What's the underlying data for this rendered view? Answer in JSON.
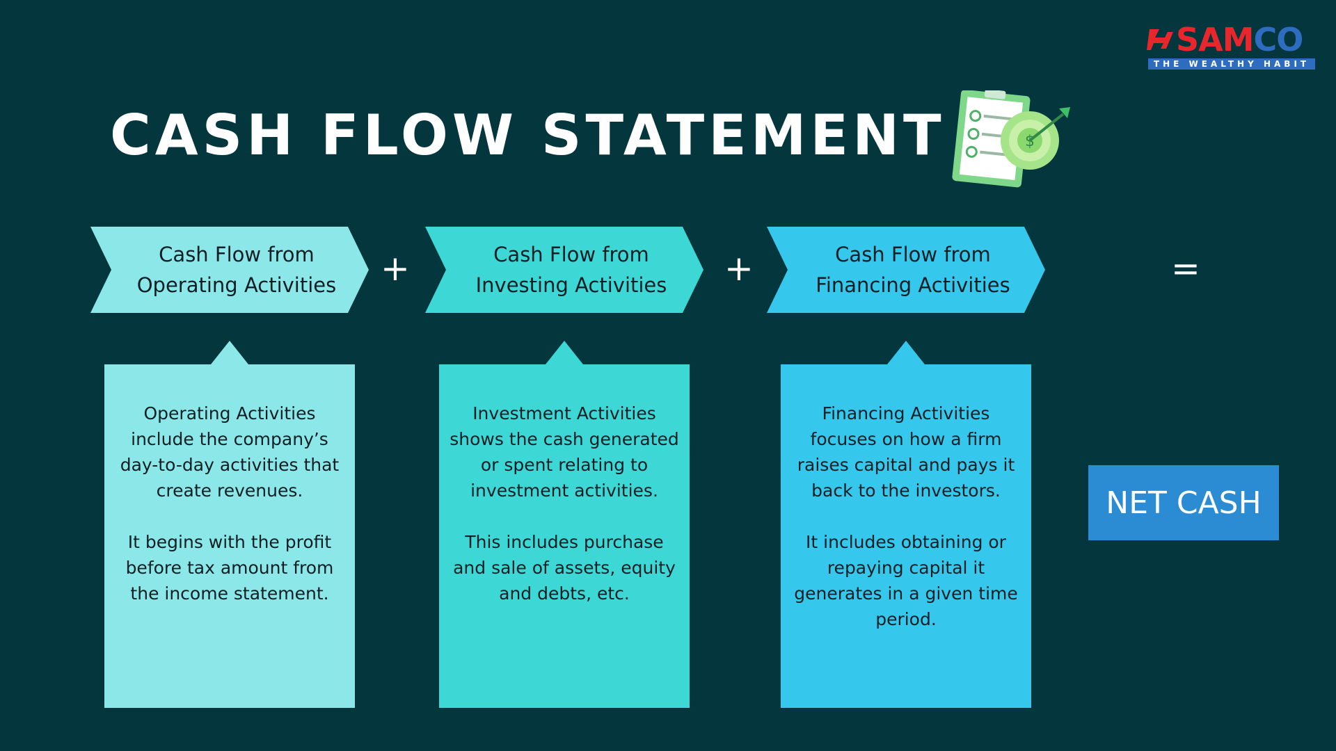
{
  "logo": {
    "brand_red": "SAM",
    "brand_blue": "CO",
    "tagline": "THE WEALTHY HABIT"
  },
  "title": "CASH FLOW STATEMENT",
  "title_icon": "checklist-target-icon",
  "colors": {
    "background": "#04363d",
    "operating": "#8ce8e8",
    "investing": "#3dd8d6",
    "financing": "#36c8ec",
    "net_cash": "#2b8cd4",
    "brand_red": "#e8262c",
    "brand_blue": "#2e6cc0"
  },
  "operators": {
    "plus": "+",
    "equals": "="
  },
  "operating": {
    "heading_line1": "Cash Flow from",
    "heading_line2": "Operating Activities",
    "para1": "Operating Activities include the company’s day-to-day activities that create revenues.",
    "para2": "It begins with the profit before tax amount from the income statement."
  },
  "investing": {
    "heading_line1": "Cash Flow from",
    "heading_line2": "Investing Activities",
    "para1": "Investment Activities shows the cash generated or spent relating to investment activities.",
    "para2": "This includes purchase and sale of assets, equity and debts, etc."
  },
  "financing": {
    "heading_line1": "Cash Flow from",
    "heading_line2": "Financing Activities",
    "para1": "Financing Activities focuses on how a firm raises capital and pays it back to the investors.",
    "para2": "It includes obtaining or repaying capital it generates in a given time period."
  },
  "net_cash": "NET CASH"
}
